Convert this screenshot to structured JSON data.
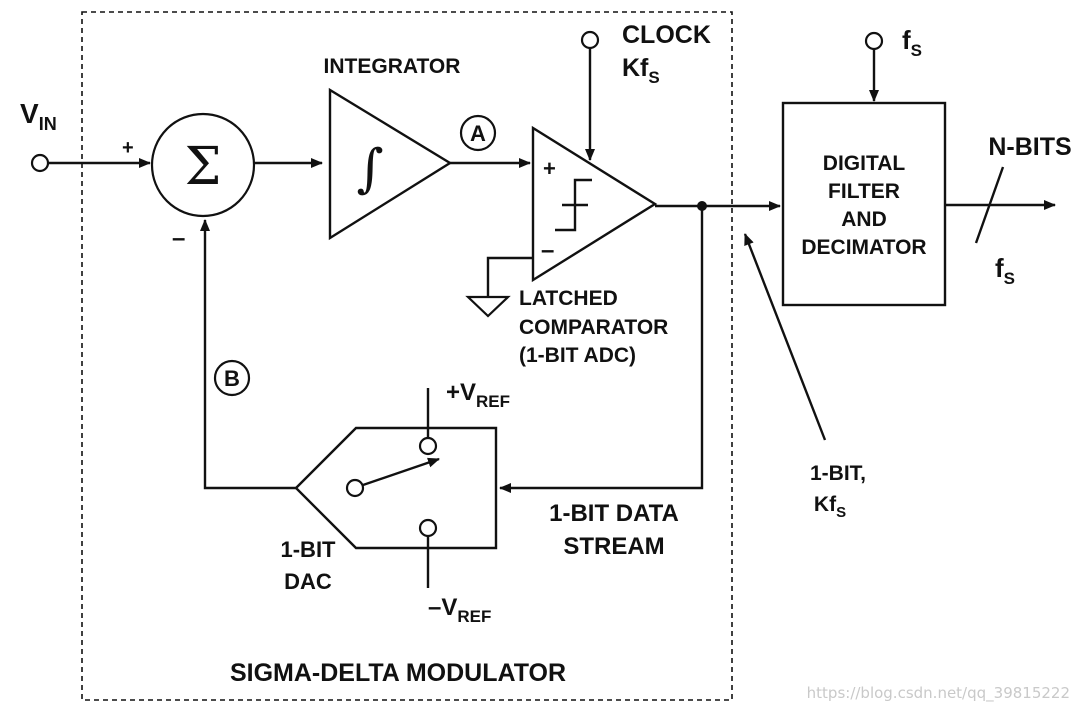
{
  "modulator_label": "SIGMA-DELTA MODULATOR",
  "vin": {
    "main": "V",
    "sub": "IN"
  },
  "summer": {
    "symbol": "Σ",
    "plus": "+",
    "minus": "–"
  },
  "integrator": {
    "label": "INTEGRATOR",
    "symbol": "∫"
  },
  "node_a": "A",
  "node_b": "B",
  "clock": {
    "line1": "CLOCK",
    "line2_main": "Kf",
    "line2_sub": "S"
  },
  "comparator": {
    "plus": "+",
    "minus": "–",
    "label_lines": [
      "LATCHED",
      "COMPARATOR",
      "(1-BIT ADC)"
    ]
  },
  "filter": {
    "label_lines": [
      "DIGITAL",
      "FILTER",
      "AND",
      "DECIMATOR"
    ],
    "input_clock_main": "f",
    "input_clock_sub": "S"
  },
  "output": {
    "label": "N-BITS",
    "rate_main": "f",
    "rate_sub": "S"
  },
  "bitstream": {
    "line1": "1-BIT,",
    "line2_main": "Kf",
    "line2_sub": "S"
  },
  "data_stream": [
    "1-BIT DATA",
    "STREAM"
  ],
  "dac": {
    "label_lines": [
      "1-BIT",
      "DAC"
    ],
    "vref_pos_prefix": "+V",
    "vref_pos_sub": "REF",
    "vref_neg_prefix": "–V",
    "vref_neg_sub": "REF"
  },
  "watermark": "https://blog.csdn.net/qq_39815222",
  "colors": {
    "line": "#111111",
    "background": "#ffffff",
    "watermark": "#c9c9c9"
  }
}
